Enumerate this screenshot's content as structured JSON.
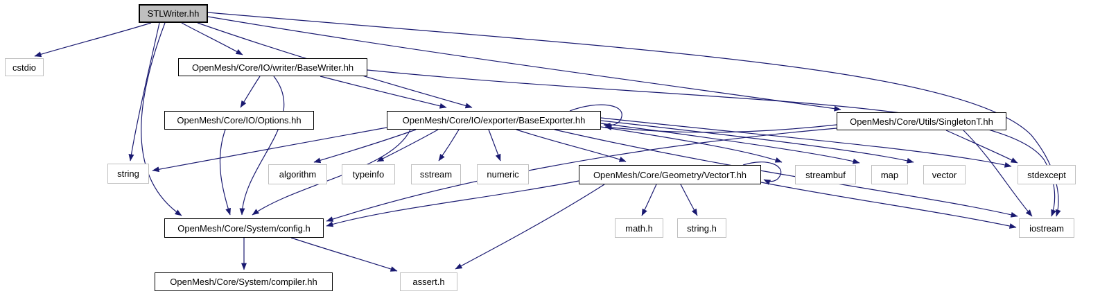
{
  "diagram": {
    "type": "include-dependency-graph",
    "root": "STLWriter.hh",
    "edge_color": "#191970",
    "current_node_fill": "#bfbfbf",
    "nodes": [
      {
        "id": "stl",
        "label": "STLWriter.hh",
        "kind": "current"
      },
      {
        "id": "cstdio",
        "label": "cstdio",
        "kind": "system"
      },
      {
        "id": "basewriter",
        "label": "OpenMesh/Core/IO/writer/BaseWriter.hh",
        "kind": "internal"
      },
      {
        "id": "options",
        "label": "OpenMesh/Core/IO/Options.hh",
        "kind": "internal"
      },
      {
        "id": "baseexporter",
        "label": "OpenMesh/Core/IO/exporter/BaseExporter.hh",
        "kind": "internal"
      },
      {
        "id": "singleton",
        "label": "OpenMesh/Core/Utils/SingletonT.hh",
        "kind": "internal"
      },
      {
        "id": "string",
        "label": "string",
        "kind": "system"
      },
      {
        "id": "algorithm",
        "label": "algorithm",
        "kind": "system"
      },
      {
        "id": "typeinfo",
        "label": "typeinfo",
        "kind": "system"
      },
      {
        "id": "sstream",
        "label": "sstream",
        "kind": "system"
      },
      {
        "id": "numeric",
        "label": "numeric",
        "kind": "system"
      },
      {
        "id": "vectort",
        "label": "OpenMesh/Core/Geometry/VectorT.hh",
        "kind": "internal"
      },
      {
        "id": "streambuf",
        "label": "streambuf",
        "kind": "system"
      },
      {
        "id": "map",
        "label": "map",
        "kind": "system"
      },
      {
        "id": "vector",
        "label": "vector",
        "kind": "system"
      },
      {
        "id": "stdexcept",
        "label": "stdexcept",
        "kind": "system"
      },
      {
        "id": "config",
        "label": "OpenMesh/Core/System/config.h",
        "kind": "internal"
      },
      {
        "id": "math",
        "label": "math.h",
        "kind": "system"
      },
      {
        "id": "stringh",
        "label": "string.h",
        "kind": "system"
      },
      {
        "id": "iostream",
        "label": "iostream",
        "kind": "system"
      },
      {
        "id": "compiler",
        "label": "OpenMesh/Core/System/compiler.hh",
        "kind": "internal"
      },
      {
        "id": "assert",
        "label": "assert.h",
        "kind": "system"
      }
    ],
    "edges": [
      {
        "from": "stl",
        "to": "cstdio"
      },
      {
        "from": "stl",
        "to": "basewriter"
      },
      {
        "from": "stl",
        "to": "string"
      },
      {
        "from": "stl",
        "to": "config"
      },
      {
        "from": "stl",
        "to": "baseexporter"
      },
      {
        "from": "stl",
        "to": "singleton"
      },
      {
        "from": "stl",
        "to": "iostream"
      },
      {
        "from": "basewriter",
        "to": "options"
      },
      {
        "from": "basewriter",
        "to": "config"
      },
      {
        "from": "basewriter",
        "to": "baseexporter"
      },
      {
        "from": "basewriter",
        "to": "iostream"
      },
      {
        "from": "options",
        "to": "config"
      },
      {
        "from": "baseexporter",
        "to": "baseexporter"
      },
      {
        "from": "baseexporter",
        "to": "string"
      },
      {
        "from": "baseexporter",
        "to": "algorithm"
      },
      {
        "from": "baseexporter",
        "to": "typeinfo"
      },
      {
        "from": "baseexporter",
        "to": "sstream"
      },
      {
        "from": "baseexporter",
        "to": "numeric"
      },
      {
        "from": "baseexporter",
        "to": "vectort"
      },
      {
        "from": "baseexporter",
        "to": "streambuf"
      },
      {
        "from": "baseexporter",
        "to": "map"
      },
      {
        "from": "baseexporter",
        "to": "vector"
      },
      {
        "from": "baseexporter",
        "to": "stdexcept"
      },
      {
        "from": "baseexporter",
        "to": "config"
      },
      {
        "from": "baseexporter",
        "to": "iostream"
      },
      {
        "from": "singleton",
        "to": "config"
      },
      {
        "from": "singleton",
        "to": "stdexcept"
      },
      {
        "from": "singleton",
        "to": "iostream"
      },
      {
        "from": "singleton",
        "to": "baseexporter"
      },
      {
        "from": "vectort",
        "to": "vectort"
      },
      {
        "from": "vectort",
        "to": "math"
      },
      {
        "from": "vectort",
        "to": "stringh"
      },
      {
        "from": "vectort",
        "to": "config"
      },
      {
        "from": "vectort",
        "to": "assert"
      },
      {
        "from": "vectort",
        "to": "iostream"
      },
      {
        "from": "config",
        "to": "compiler"
      },
      {
        "from": "config",
        "to": "assert"
      }
    ]
  }
}
